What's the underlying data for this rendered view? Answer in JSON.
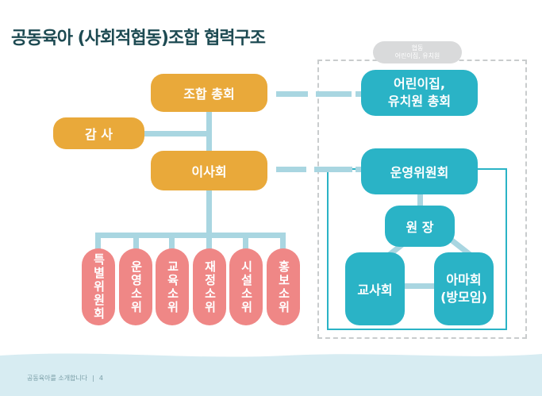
{
  "title": "공동육아 (사회적협동)조합 협력구조",
  "collab": {
    "line1": "협동",
    "line2": "어린이집, 유치원"
  },
  "nodes": {
    "general_assembly": "조합 총회",
    "audit": "감 사",
    "board": "이사회",
    "parents_assembly_line1": "어린이집,",
    "parents_assembly_line2": "유치원 총회",
    "operating_committee": "운영위원회",
    "director": "원 장",
    "teacher_meeting": "교사회",
    "amahoe_line1": "아마회",
    "amahoe_line2": "(방모임)"
  },
  "committees": [
    "특별위원회",
    "운영소위",
    "교육소위",
    "재정소위",
    "시설소위",
    "홍보소위"
  ],
  "footer": {
    "text": "공동육아를 소개합니다",
    "separator": "|",
    "page": "4"
  },
  "colors": {
    "orange": "#e9a93a",
    "teal": "#2ab3c6",
    "pink": "#ef8786",
    "connector": "#a9d6e1",
    "title": "#1d4a52"
  }
}
